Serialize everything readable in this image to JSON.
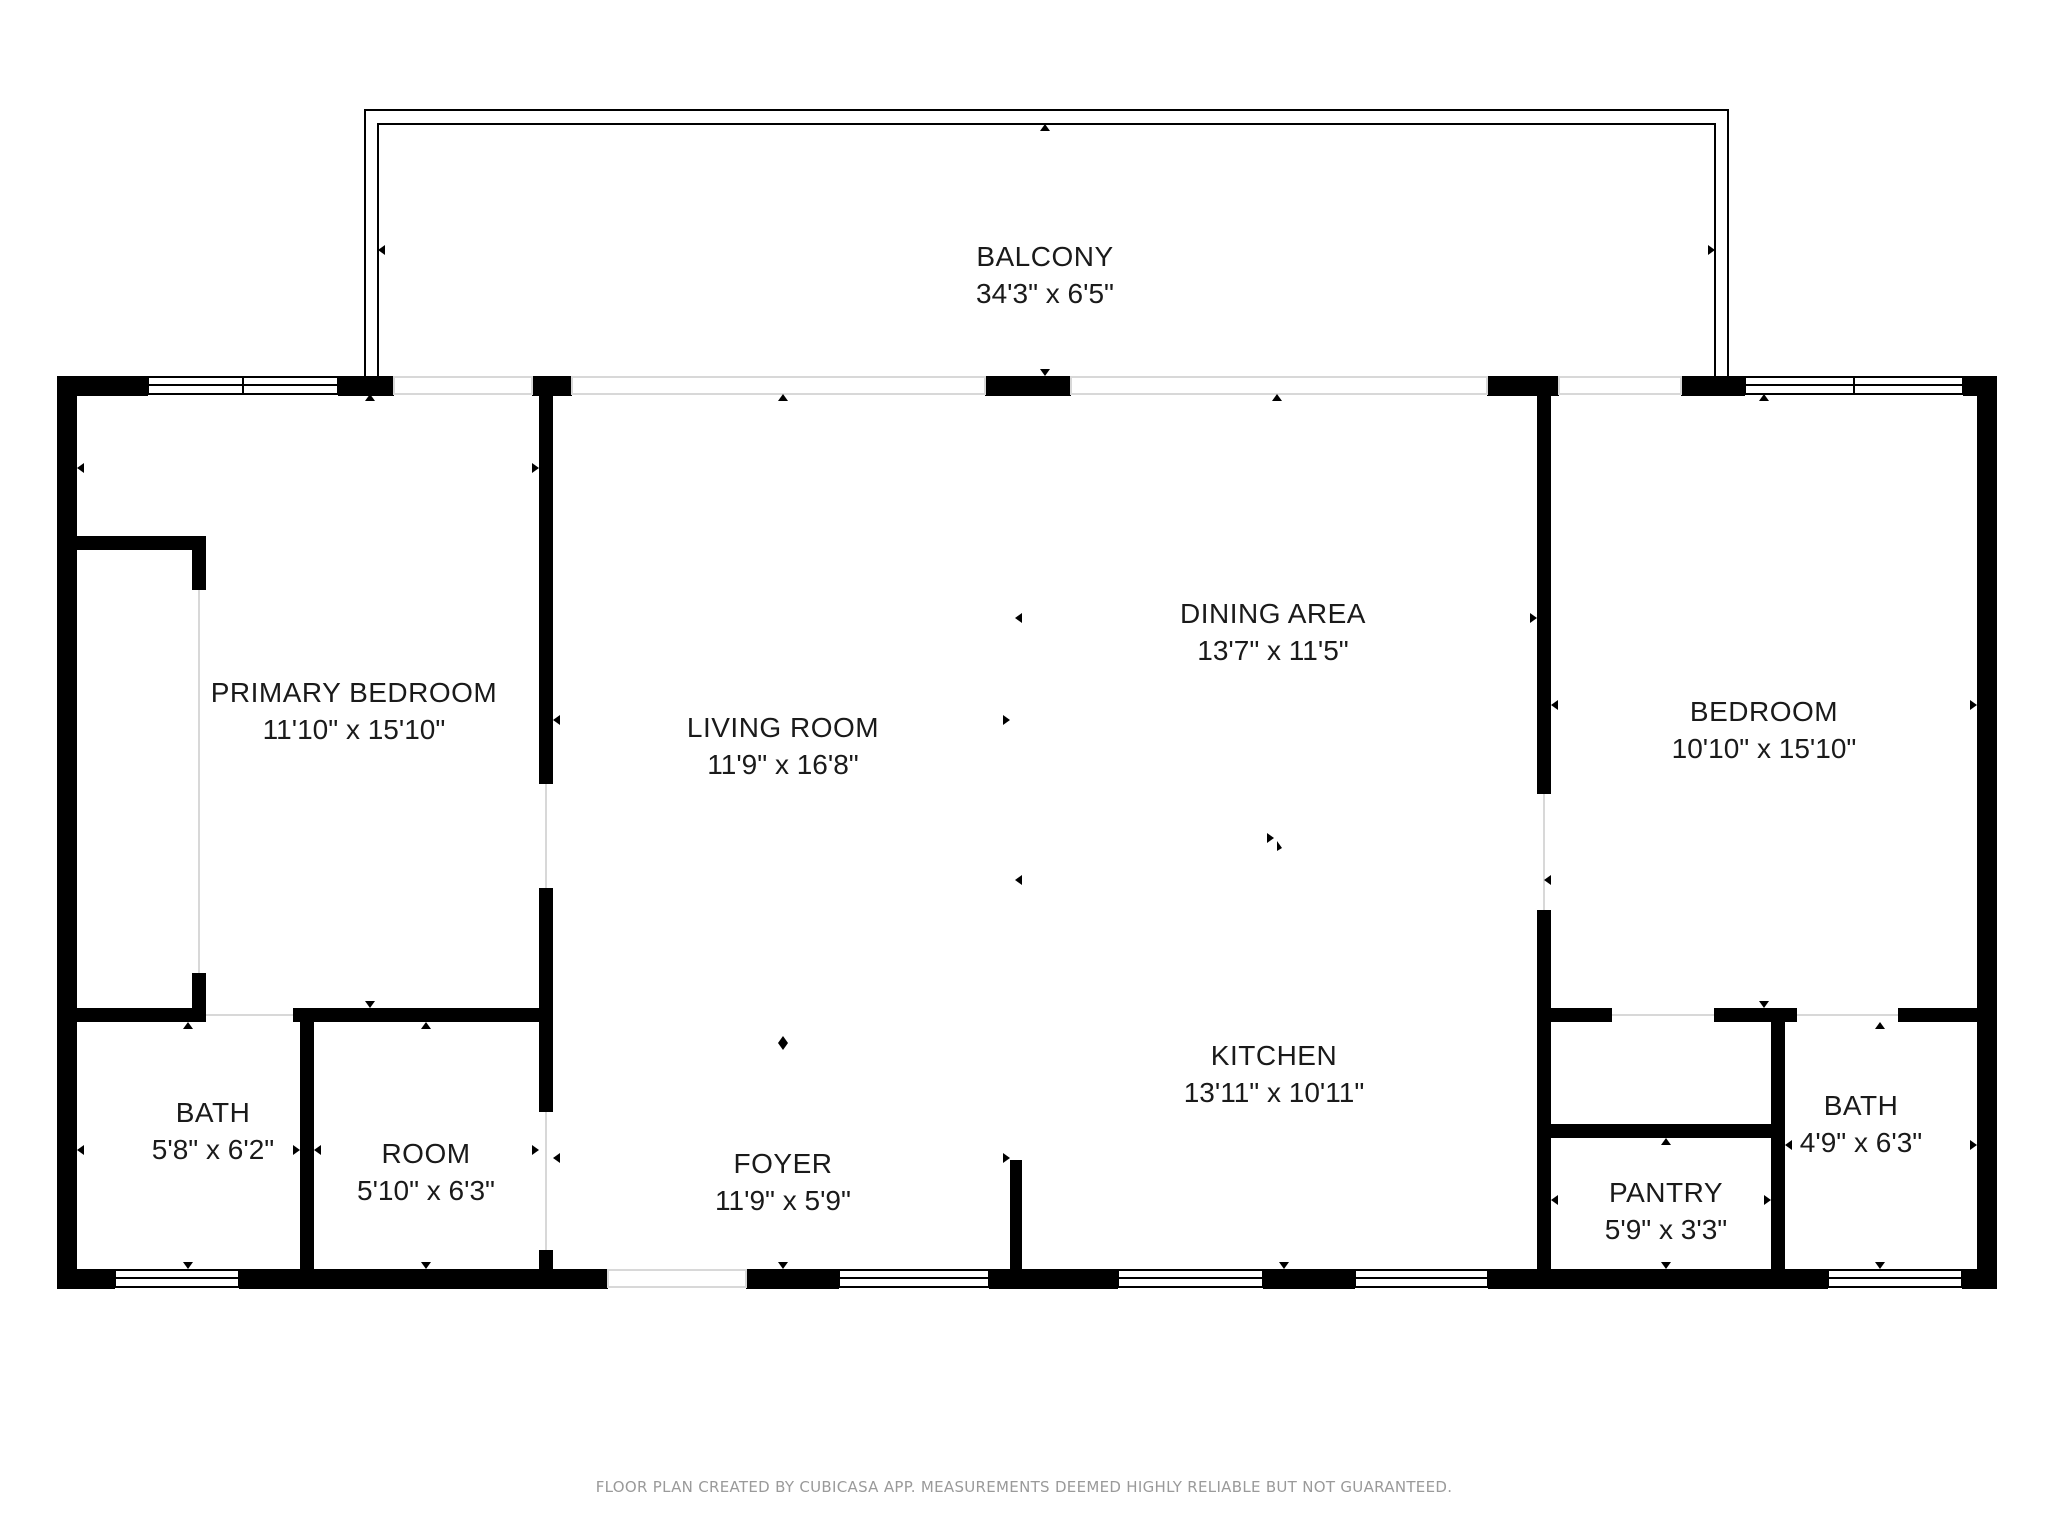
{
  "colors": {
    "wall": "#000000",
    "background": "#ffffff",
    "text": "#1a1a1a",
    "footer": "#9a9a9a"
  },
  "rooms": {
    "balcony": {
      "name": "BALCONY",
      "dims": "34'3\" x 6'5\""
    },
    "primary_bedroom": {
      "name": "PRIMARY BEDROOM",
      "dims": "11'10\" x 15'10\""
    },
    "living_room": {
      "name": "LIVING ROOM",
      "dims": "11'9\" x 16'8\""
    },
    "dining_area": {
      "name": "DINING AREA",
      "dims": "13'7\" x 11'5\""
    },
    "bedroom": {
      "name": "BEDROOM",
      "dims": "10'10\" x 15'10\""
    },
    "bath_left": {
      "name": "BATH",
      "dims": "5'8\" x 6'2\""
    },
    "room": {
      "name": "ROOM",
      "dims": "5'10\" x 6'3\""
    },
    "foyer": {
      "name": "FOYER",
      "dims": "11'9\" x 5'9\""
    },
    "kitchen": {
      "name": "KITCHEN",
      "dims": "13'11\" x 10'11\""
    },
    "pantry": {
      "name": "PANTRY",
      "dims": "5'9\" x 3'3\""
    },
    "bath_right": {
      "name": "BATH",
      "dims": "4'9\" x 6'3\""
    }
  },
  "footer": {
    "disclaimer": "FLOOR PLAN CREATED BY CUBICASA APP. MEASUREMENTS DEEMED HIGHLY RELIABLE BUT NOT GUARANTEED."
  }
}
